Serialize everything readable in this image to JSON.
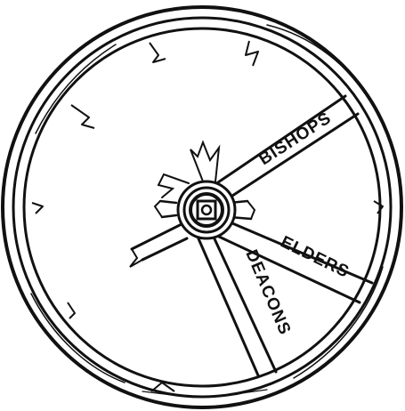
{
  "illustration": {
    "ink_color": "#111111",
    "paper_color": "#ffffff"
  },
  "spokes": [
    {
      "label": "BISHOPS"
    },
    {
      "label": "ELDERS"
    },
    {
      "label": "DEACONS"
    }
  ]
}
